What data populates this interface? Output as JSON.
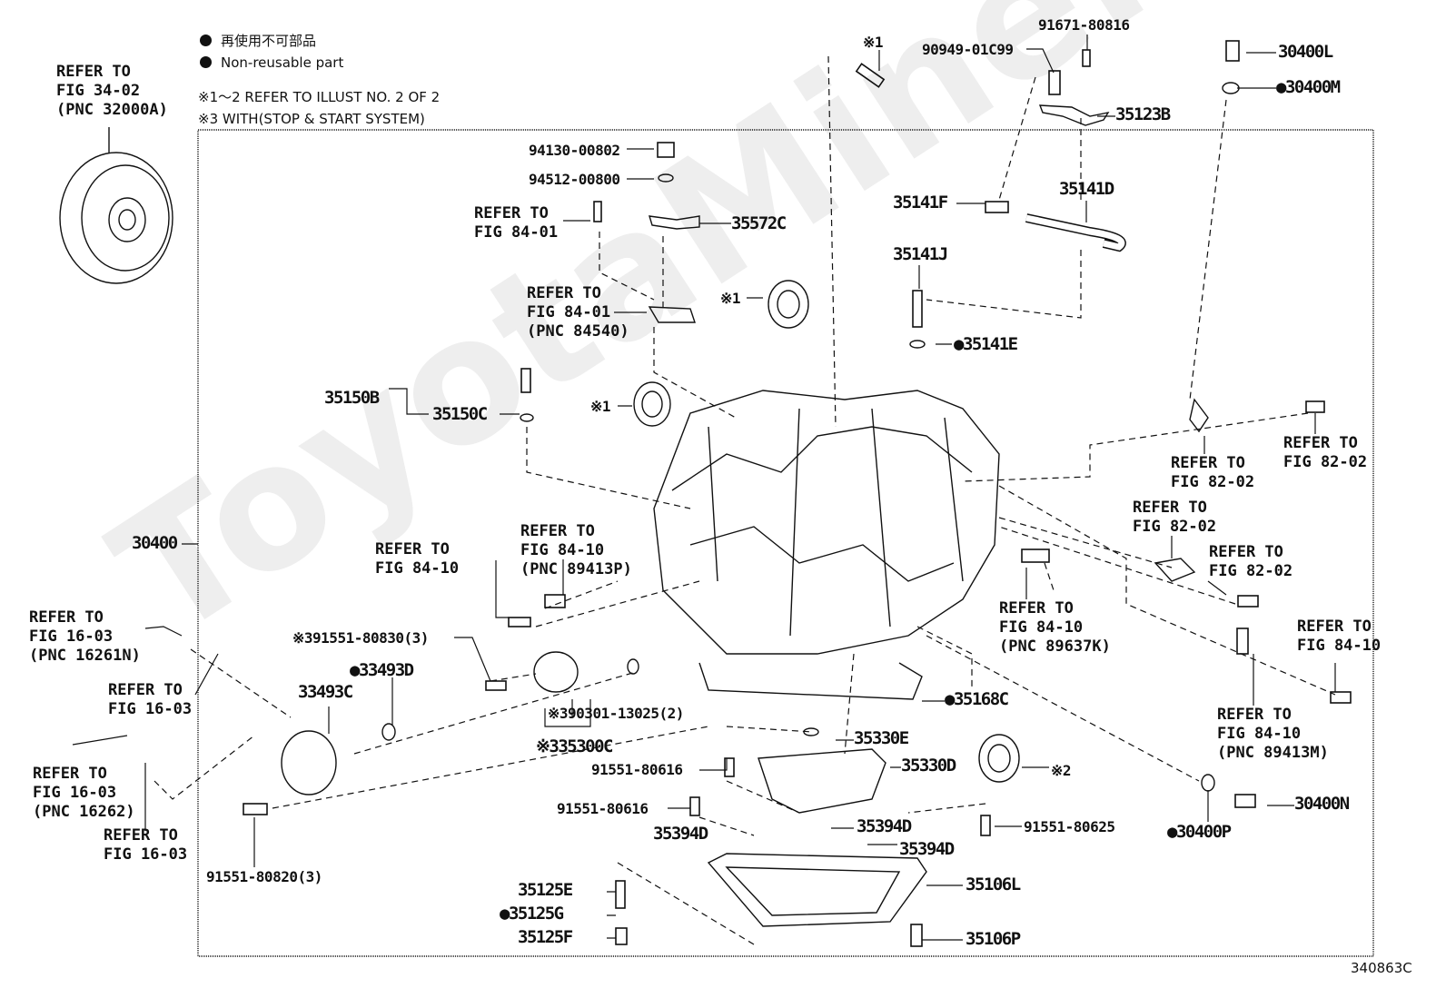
{
  "watermark": "ToyotaMine.ru",
  "legend": {
    "jp": "再使用不可部品",
    "en": "Non-reusable part",
    "marker_color": "#111111"
  },
  "notes": [
    "※1～2 REFER TO ILLUST NO. 2 OF 2",
    "※3 WITH(STOP & START SYSTEM)"
  ],
  "document_number": "340863C",
  "labels": [
    {
      "id": "ref_34_02",
      "lines": [
        "REFER TO",
        "FIG 34-02",
        "(PNC 32000A)"
      ]
    },
    {
      "id": "note1_top",
      "lines": [
        "※1"
      ]
    },
    {
      "id": "p90949",
      "lines": [
        "90949-01C99"
      ]
    },
    {
      "id": "p91671",
      "lines": [
        "91671-80816"
      ]
    },
    {
      "id": "p30400L",
      "lines": [
        "30400L"
      ]
    },
    {
      "id": "p30400M",
      "lines": [
        "●30400M"
      ]
    },
    {
      "id": "p35123B",
      "lines": [
        "35123B"
      ]
    },
    {
      "id": "p94130",
      "lines": [
        "94130-00802"
      ]
    },
    {
      "id": "p94512",
      "lines": [
        "94512-00800"
      ]
    },
    {
      "id": "ref_84_01_a",
      "lines": [
        "REFER TO",
        "FIG 84-01"
      ]
    },
    {
      "id": "p35572C",
      "lines": [
        "35572C"
      ]
    },
    {
      "id": "p35141F",
      "lines": [
        "35141F"
      ]
    },
    {
      "id": "p35141D",
      "lines": [
        "35141D"
      ]
    },
    {
      "id": "p35141J",
      "lines": [
        "35141J"
      ]
    },
    {
      "id": "ref_84_01_b",
      "lines": [
        "REFER TO",
        "FIG 84-01",
        "(PNC 84540)"
      ]
    },
    {
      "id": "note1_mid",
      "lines": [
        "※1"
      ]
    },
    {
      "id": "p35141E",
      "lines": [
        "●35141E"
      ]
    },
    {
      "id": "p35150B",
      "lines": [
        "35150B"
      ]
    },
    {
      "id": "p35150C",
      "lines": [
        "35150C"
      ]
    },
    {
      "id": "note1_low",
      "lines": [
        "※1"
      ]
    },
    {
      "id": "ref_82_02_a",
      "lines": [
        "REFER TO",
        "FIG 82-02"
      ]
    },
    {
      "id": "ref_82_02_b",
      "lines": [
        "REFER TO",
        "FIG 82-02"
      ]
    },
    {
      "id": "ref_82_02_c",
      "lines": [
        "REFER TO",
        "FIG 82-02"
      ]
    },
    {
      "id": "ref_82_02_d",
      "lines": [
        "REFER TO",
        "FIG 82-02"
      ]
    },
    {
      "id": "p30400",
      "lines": [
        "30400"
      ]
    },
    {
      "id": "ref_84_10_a",
      "lines": [
        "REFER TO",
        "FIG 84-10",
        "(PNC 89413P)"
      ]
    },
    {
      "id": "ref_84_10_b",
      "lines": [
        "REFER TO",
        "FIG 84-10"
      ]
    },
    {
      "id": "ref_84_10_c",
      "lines": [
        "REFER TO",
        "FIG 84-10",
        "(PNC 89637K)"
      ]
    },
    {
      "id": "ref_84_10_d",
      "lines": [
        "REFER TO",
        "FIG 84-10"
      ]
    },
    {
      "id": "ref_16_03_a",
      "lines": [
        "REFER TO",
        "FIG 16-03",
        "(PNC 16261N)"
      ]
    },
    {
      "id": "p91551_80830",
      "lines": [
        "※391551-80830(3)"
      ]
    },
    {
      "id": "p33493D",
      "lines": [
        "●33493D"
      ]
    },
    {
      "id": "p33493C",
      "lines": [
        "33493C"
      ]
    },
    {
      "id": "ref_16_03_b",
      "lines": [
        "REFER TO",
        "FIG 16-03"
      ]
    },
    {
      "id": "p90301",
      "lines": [
        "※390301-13025(2)"
      ]
    },
    {
      "id": "p35168C",
      "lines": [
        "●35168C"
      ]
    },
    {
      "id": "ref_84_10_e",
      "lines": [
        "REFER TO",
        "FIG 84-10",
        "(PNC 89413M)"
      ]
    },
    {
      "id": "p35330E",
      "lines": [
        "35330E"
      ]
    },
    {
      "id": "p35300C",
      "lines": [
        "※335300C"
      ]
    },
    {
      "id": "p91551_80616_a",
      "lines": [
        "91551-80616"
      ]
    },
    {
      "id": "p35330D",
      "lines": [
        "35330D"
      ]
    },
    {
      "id": "note2",
      "lines": [
        "※2"
      ]
    },
    {
      "id": "ref_16_03_c",
      "lines": [
        "REFER TO",
        "FIG 16-03",
        "(PNC 16262)"
      ]
    },
    {
      "id": "p91551_80616_b",
      "lines": [
        "91551-80616"
      ]
    },
    {
      "id": "p30400N",
      "lines": [
        "30400N"
      ]
    },
    {
      "id": "p35394D_a",
      "lines": [
        "35394D"
      ]
    },
    {
      "id": "p35394D_b",
      "lines": [
        "35394D"
      ]
    },
    {
      "id": "p91551_80625",
      "lines": [
        "91551-80625"
      ]
    },
    {
      "id": "p30400P",
      "lines": [
        "●30400P"
      ]
    },
    {
      "id": "ref_16_03_d",
      "lines": [
        "REFER TO",
        "FIG 16-03"
      ]
    },
    {
      "id": "p35394D_c",
      "lines": [
        "35394D"
      ]
    },
    {
      "id": "p91551_80820",
      "lines": [
        "91551-80820(3)"
      ]
    },
    {
      "id": "p35106L",
      "lines": [
        "35106L"
      ]
    },
    {
      "id": "p35125E",
      "lines": [
        "35125E"
      ]
    },
    {
      "id": "p35125G",
      "lines": [
        "●35125G"
      ]
    },
    {
      "id": "p35125F",
      "lines": [
        "35125F"
      ]
    },
    {
      "id": "p35106P",
      "lines": [
        "35106P"
      ]
    }
  ]
}
